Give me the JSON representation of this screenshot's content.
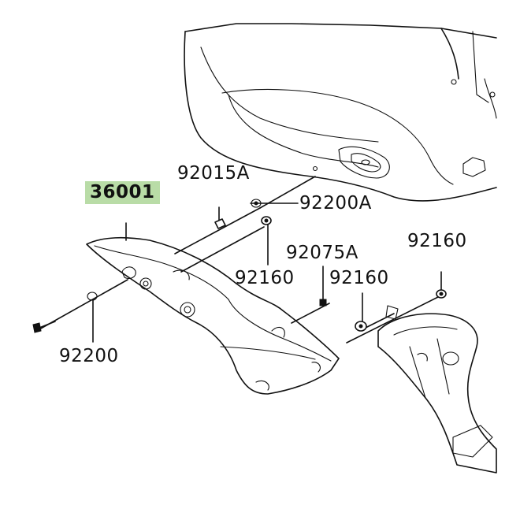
{
  "labels": {
    "p36001": "36001",
    "p92015A": "92015A",
    "p92200A": "92200A",
    "p92075A": "92075A",
    "p92160_top_right": "92160",
    "p92160_left": "92160",
    "p92160_mid": "92160",
    "p92200": "92200"
  },
  "colors": {
    "highlight": "#b9dca7",
    "line": "#111111",
    "background": "#ffffff"
  }
}
